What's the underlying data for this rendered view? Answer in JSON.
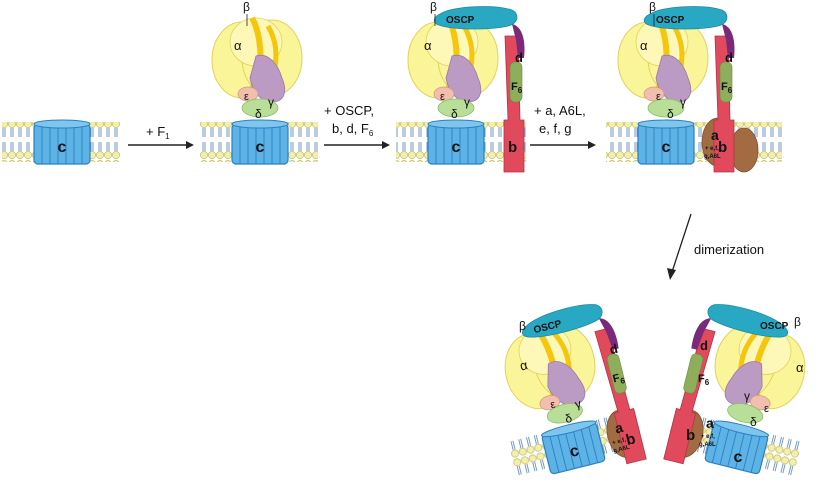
{
  "colors": {
    "alpha": "#fbf59a",
    "beta": "#f5c60c",
    "gamma": "#bb9ac4",
    "delta": "#b8de98",
    "epsilon": "#f2bfae",
    "c_ring": "#5db3e6",
    "c_ring_dark": "#2a7fc0",
    "oscp": "#29a8c3",
    "d_subunit": "#7b2a7a",
    "b_subunit": "#e04a5c",
    "f6": "#8fae5c",
    "a_subunit": "#a36b42",
    "lipid_head": "#f2efa8",
    "arrow": "#222222"
  },
  "labels": {
    "c": "c",
    "alpha": "α",
    "beta": "β",
    "gamma": "γ",
    "delta": "δ",
    "epsilon": "ε",
    "oscp": "OSCP",
    "b": "b",
    "d": "d",
    "f6_main": "F",
    "f6_sub": "6",
    "a": "a",
    "a_extra_1": "+ e,f,",
    "a_extra_2": "g,A6L"
  },
  "steps": {
    "step1_main": "+ F",
    "step1_sub": "1",
    "step2_line1": "+ OSCP,",
    "step2_line2": "b, d, F",
    "step2_sub": "6",
    "step3_line1": "+ a, A6L,",
    "step3_line2": "e, f, g",
    "step4": "dimerization"
  }
}
